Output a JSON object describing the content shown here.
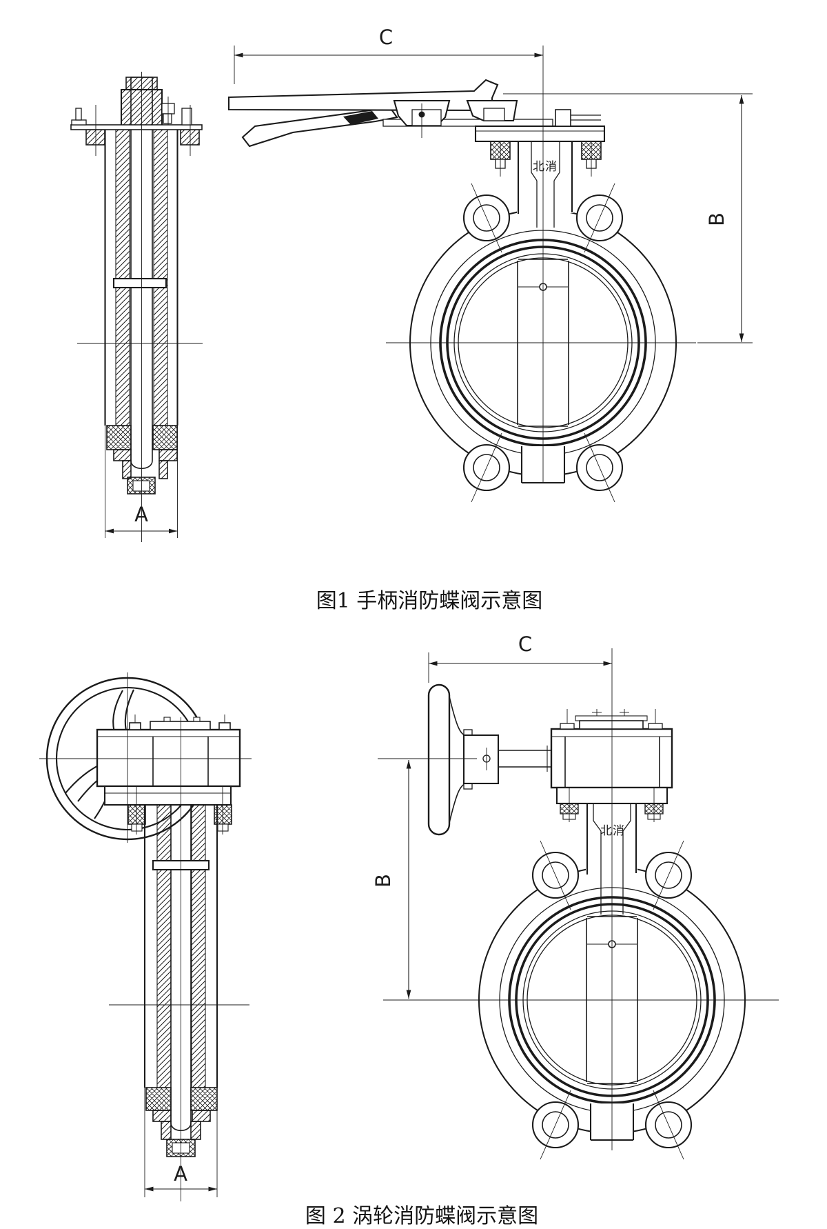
{
  "figure1": {
    "caption": "图1 手柄消防蝶阀示意图",
    "brand_label": "北消",
    "dim_c": "C",
    "dim_b": "B",
    "dim_a": "A"
  },
  "figure2": {
    "caption": "图 2 涡轮消防蝶阀示意图",
    "brand_label": "北消",
    "dim_c": "C",
    "dim_b": "B",
    "dim_a": "A"
  },
  "colors": {
    "line_color": "#1b1b1b",
    "background": "#ffffff"
  }
}
